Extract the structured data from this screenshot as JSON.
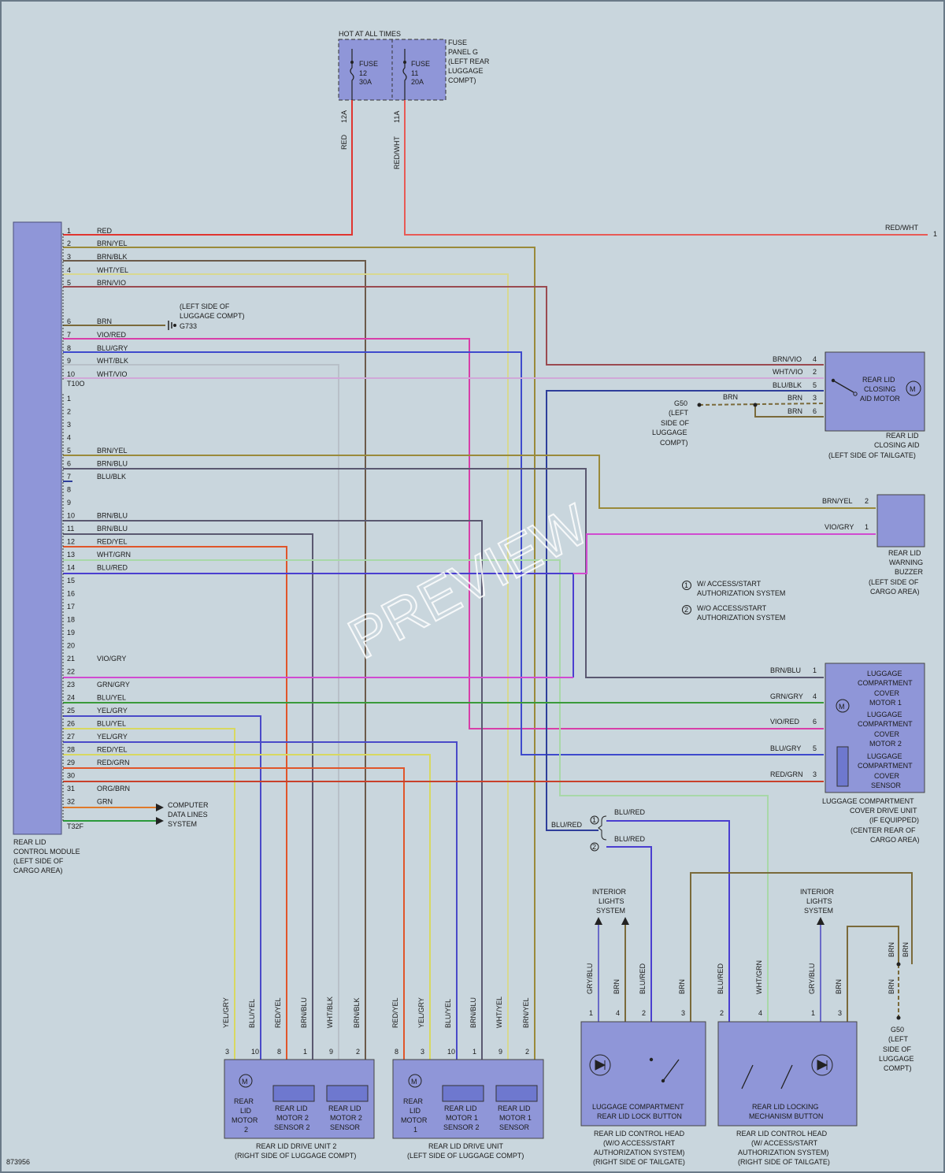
{
  "fuse_panel": {
    "header": "HOT AT ALL TIMES",
    "name": [
      "FUSE",
      "PANEL G",
      "(LEFT REAR",
      "LUGGAGE",
      "COMPT)"
    ],
    "fuse12": [
      "FUSE",
      "12",
      "30A"
    ],
    "fuse11": [
      "FUSE",
      "11",
      "20A"
    ],
    "pin12": "12A",
    "pin11": "11A",
    "wire12": "RED",
    "wire11": "RED/WHT"
  },
  "module": {
    "label": [
      "REAR LID",
      "CONTROL MODULE",
      "(LEFT SIDE OF",
      "CARGO AREA)"
    ],
    "conn1": "T10O",
    "conn2": "T32F",
    "pins_t10": [
      {
        "n": "1",
        "w": "RED"
      },
      {
        "n": "2",
        "w": "BRN/YEL"
      },
      {
        "n": "3",
        "w": "BRN/BLK"
      },
      {
        "n": "4",
        "w": "WHT/YEL"
      },
      {
        "n": "5",
        "w": "BRN/VIO"
      },
      {
        "n": "6",
        "w": "BRN"
      },
      {
        "n": "7",
        "w": "VIO/RED"
      },
      {
        "n": "8",
        "w": "BLU/GRY"
      },
      {
        "n": "9",
        "w": "WHT/BLK"
      },
      {
        "n": "10",
        "w": "WHT/VIO"
      }
    ],
    "pins_t32": [
      {
        "n": "1",
        "w": ""
      },
      {
        "n": "2",
        "w": ""
      },
      {
        "n": "3",
        "w": ""
      },
      {
        "n": "4",
        "w": ""
      },
      {
        "n": "5",
        "w": "BRN/YEL"
      },
      {
        "n": "6",
        "w": "BRN/BLU"
      },
      {
        "n": "7",
        "w": "BLU/BLK"
      },
      {
        "n": "8",
        "w": ""
      },
      {
        "n": "9",
        "w": ""
      },
      {
        "n": "10",
        "w": "BRN/BLU"
      },
      {
        "n": "11",
        "w": "BRN/BLU"
      },
      {
        "n": "12",
        "w": "RED/YEL"
      },
      {
        "n": "13",
        "w": "WHT/GRN"
      },
      {
        "n": "14",
        "w": "BLU/RED"
      },
      {
        "n": "15",
        "w": ""
      },
      {
        "n": "16",
        "w": ""
      },
      {
        "n": "17",
        "w": ""
      },
      {
        "n": "18",
        "w": ""
      },
      {
        "n": "19",
        "w": ""
      },
      {
        "n": "20",
        "w": ""
      },
      {
        "n": "21",
        "w": "VIO/GRY"
      },
      {
        "n": "22",
        "w": ""
      },
      {
        "n": "23",
        "w": "GRN/GRY"
      },
      {
        "n": "24",
        "w": "BLU/YEL"
      },
      {
        "n": "25",
        "w": "YEL/GRY"
      },
      {
        "n": "26",
        "w": "BLU/YEL"
      },
      {
        "n": "27",
        "w": "YEL/GRY"
      },
      {
        "n": "28",
        "w": "RED/YEL"
      },
      {
        "n": "29",
        "w": "RED/GRN"
      },
      {
        "n": "30",
        "w": ""
      },
      {
        "n": "31",
        "w": "ORG/BRN"
      },
      {
        "n": "32",
        "w": "GRN"
      }
    ]
  },
  "ground_g733": [
    "(LEFT SIDE OF",
    "LUGGAGE COMPT)",
    "G733"
  ],
  "computer_data": [
    "COMPUTER",
    "DATA LINES",
    "SYSTEM"
  ],
  "red_wht_right": {
    "wire": "RED/WHT",
    "pin": "1"
  },
  "closing_aid": {
    "motor_label": [
      "REAR LID",
      "CLOSING",
      "AID MOTOR"
    ],
    "label": [
      "REAR LID",
      "CLOSING AID",
      "(LEFT SIDE OF TAILGATE)"
    ],
    "pins": [
      {
        "w": "BRN/VIO",
        "n": "4"
      },
      {
        "w": "WHT/VIO",
        "n": "2"
      },
      {
        "w": "BLU/BLK",
        "n": "5"
      },
      {
        "w": "BRN",
        "n": "3"
      },
      {
        "w": "BRN",
        "n": "6"
      }
    ],
    "ground_wire": "BRN",
    "ground": [
      "G50",
      "(LEFT",
      "SIDE OF",
      "LUGGAGE",
      "COMPT)"
    ]
  },
  "buzzer": {
    "label": [
      "REAR LID",
      "WARNING",
      "BUZZER",
      "(LEFT SIDE OF",
      "CARGO AREA)"
    ],
    "pins": [
      {
        "w": "BRN/YEL",
        "n": "2"
      },
      {
        "w": "VIO/GRY",
        "n": "1"
      }
    ]
  },
  "legend": {
    "items": [
      {
        "n": "1",
        "lines": [
          "W/ ACCESS/START",
          "AUTHORIZATION SYSTEM"
        ]
      },
      {
        "n": "2",
        "lines": [
          "W/O ACCESS/START",
          "AUTHORIZATION SYSTEM"
        ]
      }
    ]
  },
  "cover_unit": {
    "motor1": [
      "LUGGAGE",
      "COMPARTMENT",
      "COVER",
      "MOTOR 1"
    ],
    "motor2": [
      "LUGGAGE",
      "COMPARTMENT",
      "COVER",
      "MOTOR 2"
    ],
    "sensor": [
      "LUGGAGE",
      "COMPARTMENT",
      "COVER",
      "SENSOR"
    ],
    "label": [
      "LUGGAGE COMPARTMENT",
      "COVER DRIVE UNIT",
      "(IF EQUIPPED)",
      "(CENTER REAR OF",
      "CARGO AREA)"
    ],
    "pins": [
      {
        "w": "BRN/BLU",
        "n": "1"
      },
      {
        "w": "GRN/GRY",
        "n": "4"
      },
      {
        "w": "VIO/RED",
        "n": "6"
      },
      {
        "w": "BLU/GRY",
        "n": "5"
      },
      {
        "w": "RED/GRN",
        "n": "3"
      }
    ]
  },
  "blu_red_split": {
    "left": "BLU/RED",
    "opt1": "BLU/RED",
    "opt2": "BLU/RED",
    "n1": "1",
    "n2": "2"
  },
  "drive_unit_2": {
    "label": [
      "REAR LID DRIVE UNIT 2",
      "(RIGHT SIDE OF LUGGAGE COMPT)"
    ],
    "motor": [
      "REAR",
      "LID",
      "MOTOR",
      "2"
    ],
    "s1": [
      "REAR LID",
      "MOTOR 2",
      "SENSOR 2"
    ],
    "s2": [
      "REAR LID",
      "MOTOR 2",
      "SENSOR"
    ],
    "pins": [
      {
        "w": "YEL/GRY",
        "n": "3"
      },
      {
        "w": "BLU/YEL",
        "n": "10"
      },
      {
        "w": "RED/YEL",
        "n": "8"
      },
      {
        "w": "BRN/BLU",
        "n": "1"
      },
      {
        "w": "WHT/BLK",
        "n": "9"
      },
      {
        "w": "BRN/BLK",
        "n": "2"
      }
    ]
  },
  "drive_unit_1": {
    "label": [
      "REAR LID DRIVE UNIT",
      "(LEFT SIDE OF LUGGAGE COMPT)"
    ],
    "motor": [
      "REAR",
      "LID",
      "MOTOR",
      "1"
    ],
    "s1": [
      "REAR LID",
      "MOTOR 1",
      "SENSOR 2"
    ],
    "s2": [
      "REAR LID",
      "MOTOR 1",
      "SENSOR"
    ],
    "pins": [
      {
        "w": "RED/YEL",
        "n": "8"
      },
      {
        "w": "YEL/GRY",
        "n": "3"
      },
      {
        "w": "BLU/YEL",
        "n": "10"
      },
      {
        "w": "BRN/BLU",
        "n": "1"
      },
      {
        "w": "WHT/YEL",
        "n": "9"
      },
      {
        "w": "BRN/YEL",
        "n": "2"
      }
    ]
  },
  "interior_lights": [
    "INTERIOR",
    "LIGHTS",
    "SYSTEM"
  ],
  "head_wo": {
    "inner": [
      "LUGGAGE COMPARTMENT",
      "REAR LID LOCK BUTTON"
    ],
    "label": [
      "REAR LID CONTROL HEAD",
      "(W/O ACCESS/START",
      "AUTHORIZATION SYSTEM)",
      "(RIGHT SIDE OF TAILGATE)"
    ],
    "pins": [
      {
        "w": "GRY/BLU",
        "n": "1"
      },
      {
        "w": "BRN",
        "n": "4"
      },
      {
        "w": "BLU/RED",
        "n": "2"
      },
      {
        "w": "BRN",
        "n": "3"
      }
    ]
  },
  "head_w": {
    "inner": [
      "REAR LID LOCKING",
      "MECHANISM BUTTON"
    ],
    "label": [
      "REAR LID CONTROL HEAD",
      "(W/ ACCESS/START",
      "AUTHORIZATION SYSTEM)",
      "(RIGHT SIDE OF TAILGATE)"
    ],
    "pins": [
      {
        "w": "BLU/RED",
        "n": "2"
      },
      {
        "w": "WHT/GRN",
        "n": "4"
      },
      {
        "w": "GRY/BLU",
        "n": "1"
      },
      {
        "w": "BRN",
        "n": "3"
      }
    ]
  },
  "g50_right": {
    "wires": [
      "BRN",
      "BRN",
      "BRN"
    ],
    "label": [
      "G50",
      "(LEFT",
      "SIDE OF",
      "LUGGAGE",
      "COMPT)"
    ]
  },
  "watermark": "PREVIEW",
  "doc_id": "873956",
  "colors": {
    "RED": "#e0342f",
    "REDWHT": "#e85a55",
    "BRNYEL": "#9a8a3a",
    "BRNBLK": "#6b5a4a",
    "WHTYEL": "#d8d890",
    "BRNVIO": "#9a4a50",
    "BRN": "#7a6a3a",
    "VIORED": "#d83ea8",
    "BLUGRY": "#3e4acc",
    "WHTBLK": "#b8c0c8",
    "WHTVIO": "#d0a8d8",
    "BRNBLU": "#5a5870",
    "BLUBLK": "#2e3e9a",
    "REDYEL": "#e0552a",
    "WHTGRN": "#a8d8a8",
    "BLURED": "#4a3ed0",
    "VIOGRY": "#d04ad0",
    "GRNGRY": "#3a9a3a",
    "BLUYEL": "#4a4ac8",
    "YELGRY": "#d8d860",
    "REDGRN": "#c8402a",
    "ORGBRN": "#e07a2a",
    "GRN": "#2a9a3a",
    "GRYBLU": "#6a6ac8"
  }
}
